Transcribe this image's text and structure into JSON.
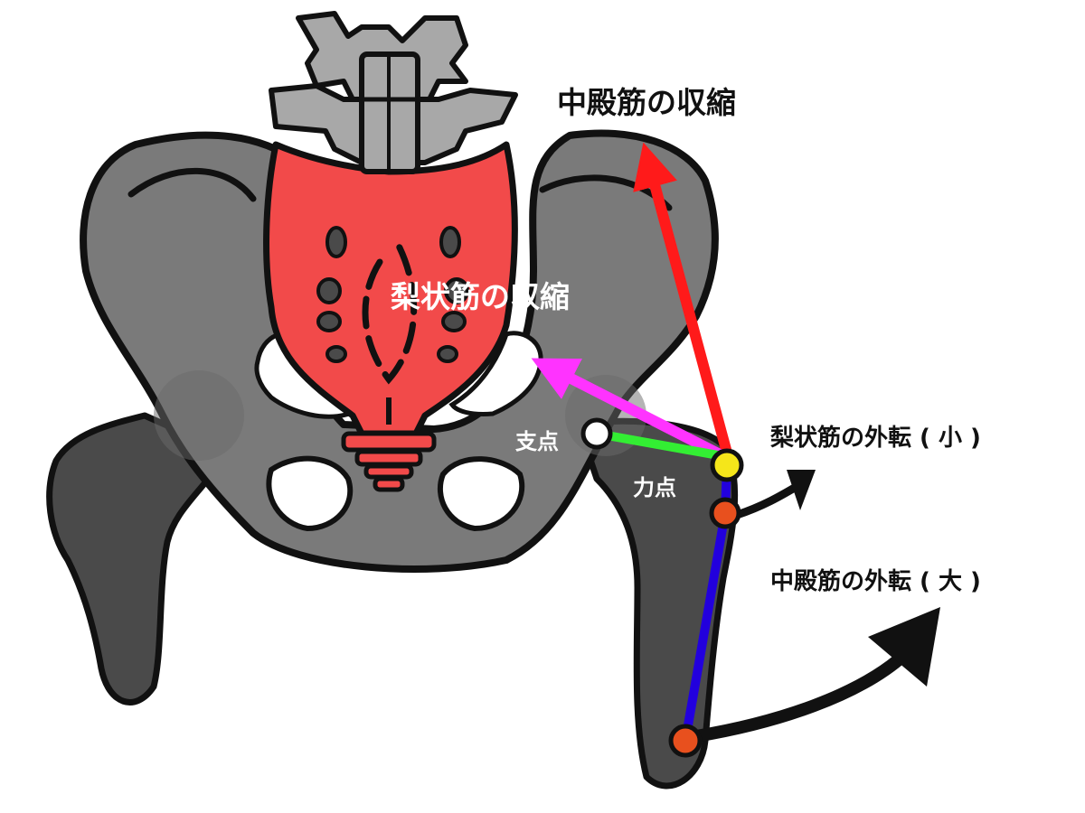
{
  "labels": {
    "gluteus_medius_contraction": "中殿筋の収縮",
    "piriformis_contraction": "梨状筋の収縮",
    "piriformis_abduction": "梨状筋の外転 ( 小 )",
    "gluteus_medius_abduction": "中殿筋の外転 ( 大 )",
    "fulcrum": "支点",
    "force_point": "力点"
  },
  "colors": {
    "bone": "#7a7a7a",
    "bone_dark": "#4a4a4a",
    "vertebra": "#a8a8a8",
    "sacrum": "#f24a4a",
    "outline": "#111111",
    "gluteus_medius_arrow": "#ff1a1a",
    "piriformis_arrow": "#ff33ff",
    "lever_arm": "#33ee33",
    "femur_line": "#2200dd",
    "force_dot": "#f5e61a",
    "insertion_dot": "#e8501e",
    "fulcrum_dot": "#ffffff"
  },
  "icons": [
    "vertebra-shape",
    "sacrum-shape",
    "pelvis-shape",
    "femur-shape",
    "curved-arrow"
  ]
}
